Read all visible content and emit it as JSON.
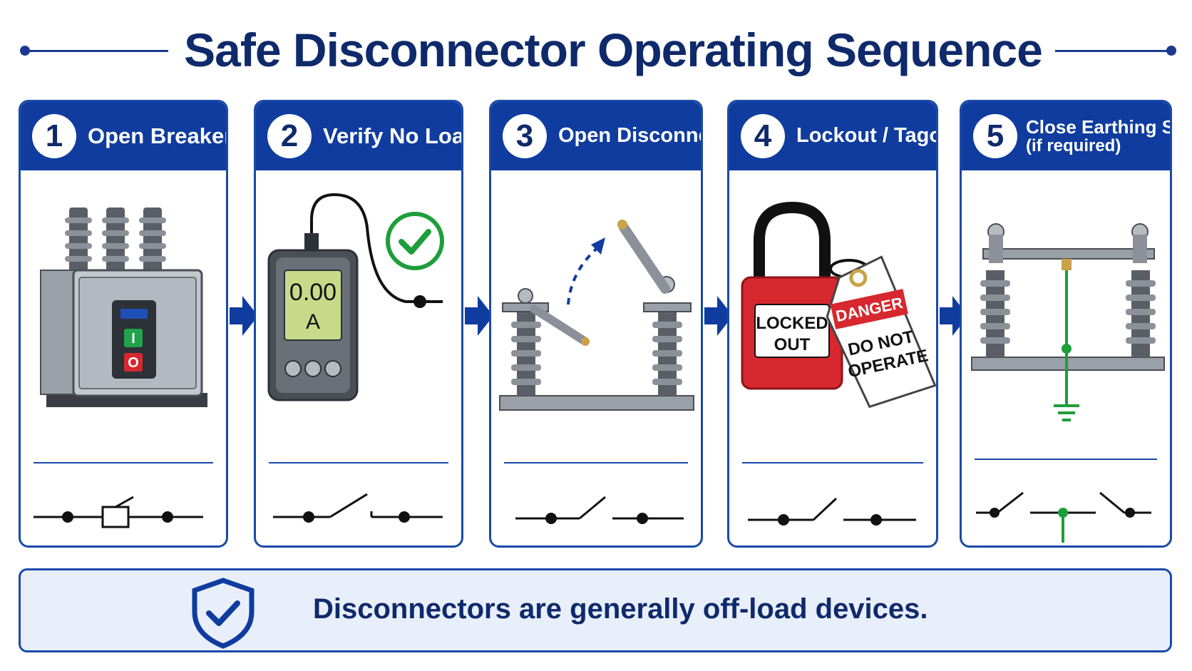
{
  "title": "Safe Disconnector Operating Sequence",
  "steps": [
    {
      "number": "1",
      "title": "Open Breaker"
    },
    {
      "number": "2",
      "title": "Verify No Load",
      "meter_value": "0.00",
      "meter_unit": "A"
    },
    {
      "number": "3",
      "title": "Open Disconnector"
    },
    {
      "number": "4",
      "title": "Lockout / Tagout",
      "lock_label_1": "LOCKED",
      "lock_label_2": "OUT",
      "tag_header": "DANGER",
      "tag_line_1": "DO NOT",
      "tag_line_2": "OPERATE"
    },
    {
      "number": "5",
      "title": "Close Earthing Switch",
      "subtitle": "(if required)"
    }
  ],
  "breaker_buttons": {
    "on": "I",
    "off": "O"
  },
  "note": "Disconnectors are generally off-load devices.",
  "colors": {
    "primary": "#0f3c9e",
    "accent_green": "#1e9e3a",
    "danger_red": "#d7282f"
  }
}
